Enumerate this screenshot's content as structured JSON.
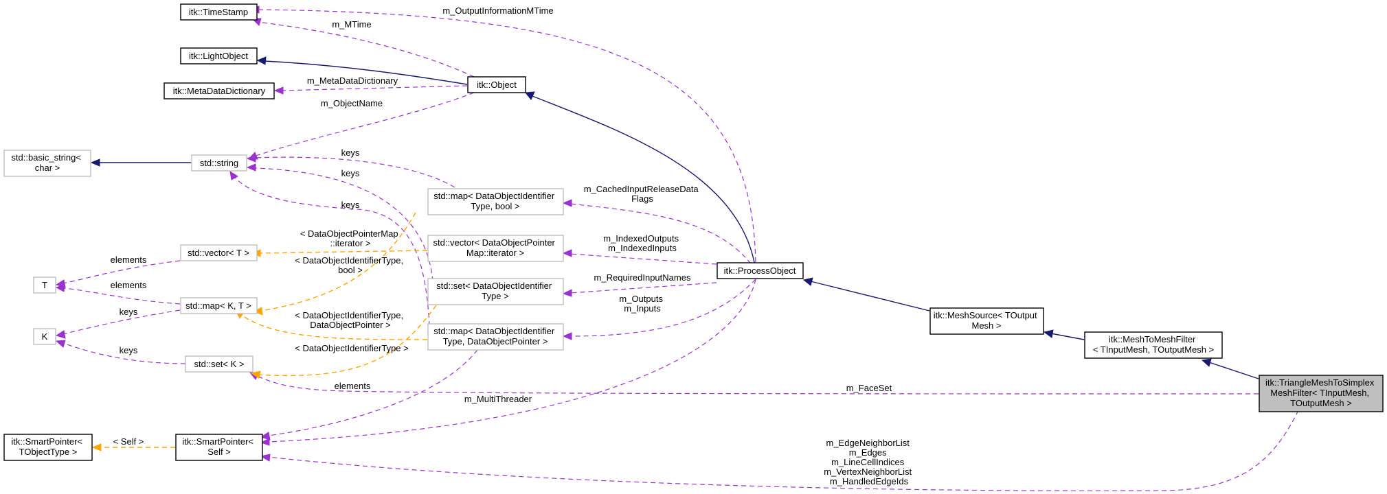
{
  "nodes": {
    "timestamp": [
      "itk::TimeStamp"
    ],
    "lightobject": [
      "itk::LightObject"
    ],
    "metadatadictionary": [
      "itk::MetaDataDictionary"
    ],
    "object": [
      "itk::Object"
    ],
    "basic_string": [
      "std::basic_string<",
      "char >"
    ],
    "string": [
      "std::string"
    ],
    "map_bool": [
      "std::map< DataObjectIdentifier",
      "Type, bool >"
    ],
    "vector_iter": [
      "std::vector< DataObjectPointer",
      "Map::iterator >"
    ],
    "set_id": [
      "std::set< DataObjectIdentifier",
      "Type >"
    ],
    "map_ptr": [
      "std::map< DataObjectIdentifier",
      "Type, DataObjectPointer >"
    ],
    "processobject": [
      "itk::ProcessObject"
    ],
    "vector_t": [
      "std::vector< T >"
    ],
    "t": [
      "T"
    ],
    "map_kt": [
      "std::map< K, T >"
    ],
    "k": [
      "K"
    ],
    "set_k": [
      "std::set< K >"
    ],
    "smartpointer_tobj": [
      "itk::SmartPointer<",
      "TObjectType >"
    ],
    "smartpointer_self": [
      "itk::SmartPointer<",
      "Self >"
    ],
    "meshsource": [
      "itk::MeshSource< TOutput",
      "Mesh >"
    ],
    "meshtomesh": [
      "itk::MeshToMeshFilter",
      "< TInputMesh, TOutputMesh >"
    ],
    "trianglemesh": [
      "itk::TriangleMeshToSimplex",
      "MeshFilter< TInputMesh,",
      "TOutputMesh >"
    ]
  },
  "edge_labels": {
    "m_outputinformationmtime": [
      "m_OutputInformationMTime"
    ],
    "m_mtime": [
      "m_MTime"
    ],
    "m_metadatadictionary": [
      "m_MetaDataDictionary"
    ],
    "m_objectname": [
      "m_ObjectName"
    ],
    "keys_map_bool": [
      "keys"
    ],
    "keys_set_id": [
      "keys"
    ],
    "keys_map_ptr": [
      "keys"
    ],
    "m_cachedinputreleasedataflags": [
      "m_CachedInputReleaseData",
      "Flags"
    ],
    "m_indexedoutputs": [
      "m_IndexedOutputs",
      "m_IndexedInputs"
    ],
    "m_requiredinputnames": [
      "m_RequiredInputNames"
    ],
    "m_outputs": [
      "m_Outputs",
      "m_Inputs"
    ],
    "tmpl_vector": [
      "< DataObjectPointerMap",
      "::iterator >"
    ],
    "tmpl_map_bool": [
      "< DataObjectIdentifierType,",
      "bool >"
    ],
    "tmpl_map_ptr": [
      "< DataObjectIdentifierType,",
      "DataObjectPointer >"
    ],
    "tmpl_set": [
      "< DataObjectIdentifierType >"
    ],
    "elements_vector": [
      "elements"
    ],
    "elements_map": [
      "elements"
    ],
    "keys_map_kt": [
      "keys"
    ],
    "keys_set_k": [
      "keys"
    ],
    "elements_set": [
      "elements"
    ],
    "m_faceset": [
      "m_FaceSet"
    ],
    "m_multithreader": [
      "m_MultiThreader"
    ],
    "self_tmpl": [
      "< Self >"
    ],
    "m_edgeneighborlist": [
      "m_EdgeNeighborList",
      "m_Edges",
      "m_LineCellIndices",
      "m_VertexNeighborList",
      "m_HandledEdgeIds"
    ]
  },
  "colors": {
    "inheritance": "#191970",
    "usage": "#9a32cd",
    "template": "#ffa500",
    "focus_fill": "#bfbfbf",
    "grey_border": "#bfbfbf"
  }
}
